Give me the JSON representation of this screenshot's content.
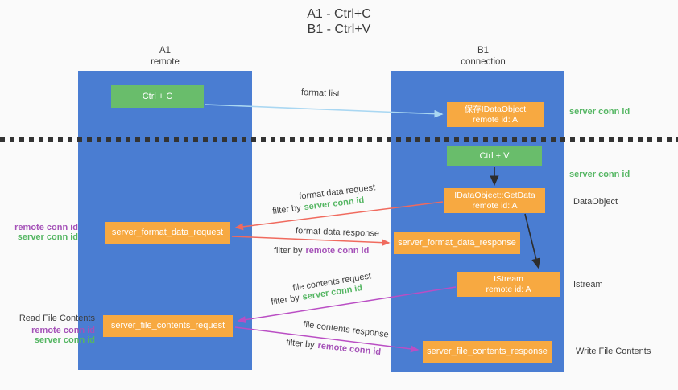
{
  "title": {
    "line1": "A1 - Ctrl+C",
    "line2": "B1 - Ctrl+V"
  },
  "columns": {
    "a1": {
      "name": "A1",
      "role": "remote"
    },
    "b1": {
      "name": "B1",
      "role": "connection"
    }
  },
  "boxes": {
    "ctrl_c": {
      "label": "Ctrl + C"
    },
    "save_dataobject": {
      "line1": "保存IDataObject",
      "line2": "remote id: A"
    },
    "ctrl_v": {
      "label": "Ctrl + V"
    },
    "getdata": {
      "line1": "IDataObject::GetData",
      "line2": "remote id: A"
    },
    "format_request": {
      "label": "server_format_data_request"
    },
    "format_response": {
      "label": "server_format_data_response"
    },
    "istream": {
      "line1": "IStream",
      "line2": "remote id: A"
    },
    "file_request": {
      "label": "server_file_contents_request"
    },
    "file_response": {
      "label": "server_file_contents_response"
    }
  },
  "arrow_labels": {
    "format_list": "format list",
    "format_data_request": "format data request",
    "format_data_response": "format data response",
    "file_contents_request": "file contents request",
    "file_contents_response": "file contents response",
    "filter_by": "filter by",
    "server_conn_id": "server conn id",
    "remote_conn_id": "remote conn id"
  },
  "side_labels": {
    "server_conn_id_top": "server conn id",
    "server_conn_id_mid": "server conn id",
    "dataobject": "DataObject",
    "istream": "Istream",
    "write_file_contents": "Write File Contents",
    "read_file_contents": "Read File Contents",
    "remote_conn_id_1": "remote conn id",
    "server_conn_id_1": "server conn id",
    "remote_conn_id_2": "remote conn id",
    "server_conn_id_2": "server conn id"
  },
  "colors": {
    "column_blue": "#4a7dd2",
    "box_orange": "#f7a941",
    "button_green": "#69bd6b",
    "green_text": "#55b663",
    "purple_text": "#a552b8",
    "arrow_red": "#f06a5e",
    "arrow_light_blue": "#a9d7f2",
    "arrow_purple": "#ba4ec4",
    "arrow_black": "#2d2d2d",
    "background": "#fafafa"
  }
}
